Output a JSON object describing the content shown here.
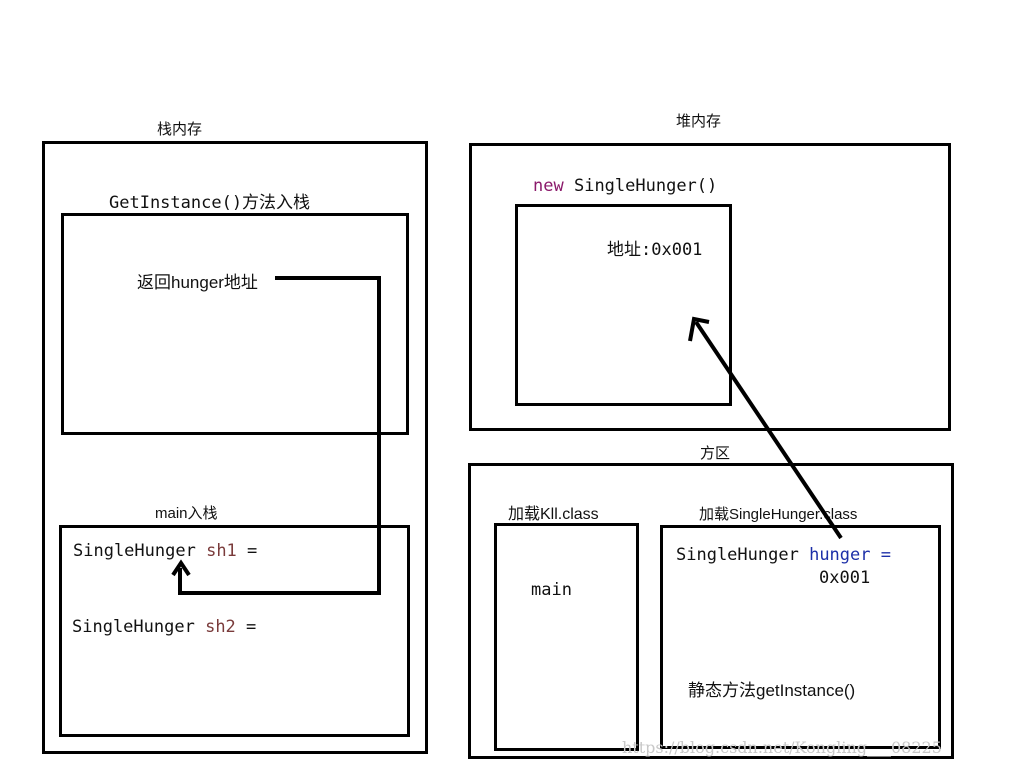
{
  "stack": {
    "title": "栈内存",
    "frame_getinstance": {
      "title": "GetInstance()方法入栈",
      "return_text": "返回hunger地址"
    },
    "frame_main": {
      "title": "main入栈",
      "line1": {
        "type": "SingleHunger",
        "var": "sh1",
        "op": "="
      },
      "line2": {
        "type": "SingleHunger",
        "var": "sh2",
        "op": "="
      }
    }
  },
  "heap": {
    "title": "堆内存",
    "object_expr": {
      "keyword": "new",
      "ctor": "SingleHunger()"
    },
    "object_address": "地址:0x001"
  },
  "method_area": {
    "title": "方区",
    "class_kll": {
      "title": "加载Kll.class",
      "member": "main"
    },
    "class_singlehunger": {
      "title": "加载SingleHunger.class",
      "field": {
        "type": "SingleHunger",
        "name": "hunger",
        "op": "=",
        "value": "0x001"
      },
      "static_method": "静态方法getInstance()"
    }
  },
  "watermark": "https://blog.csdn.net/Kongling___08225",
  "colors": {
    "keyword": "#8b1a6b",
    "var": "#7a3b3b",
    "field": "#1c2fa8",
    "line": "#000000"
  }
}
